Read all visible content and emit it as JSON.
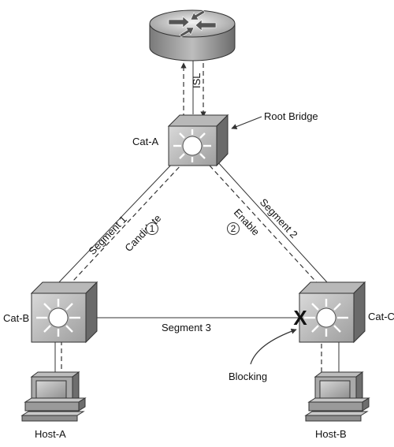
{
  "labels": {
    "isl": "ISL",
    "root_bridge": "Root Bridge",
    "cat_a": "Cat-A",
    "cat_b": "Cat-B",
    "cat_c": "Cat-C",
    "segment_1": "Segment 1",
    "segment_2": "Segment 2",
    "segment_3": "Segment 3",
    "candidate": "Candidate",
    "enable": "Enable",
    "step_1": "1",
    "step_2": "2",
    "blocking_mark": "X",
    "blocking": "Blocking",
    "host_a": "Host-A",
    "host_b": "Host-B"
  },
  "icons": {
    "router": "router-icon",
    "switch": "switch-icon",
    "host": "workstation-icon"
  },
  "colors": {
    "line": "#333333",
    "switch_top": "#c8c8c8",
    "switch_side": "#707070",
    "router_body": "#a8a8a8"
  }
}
